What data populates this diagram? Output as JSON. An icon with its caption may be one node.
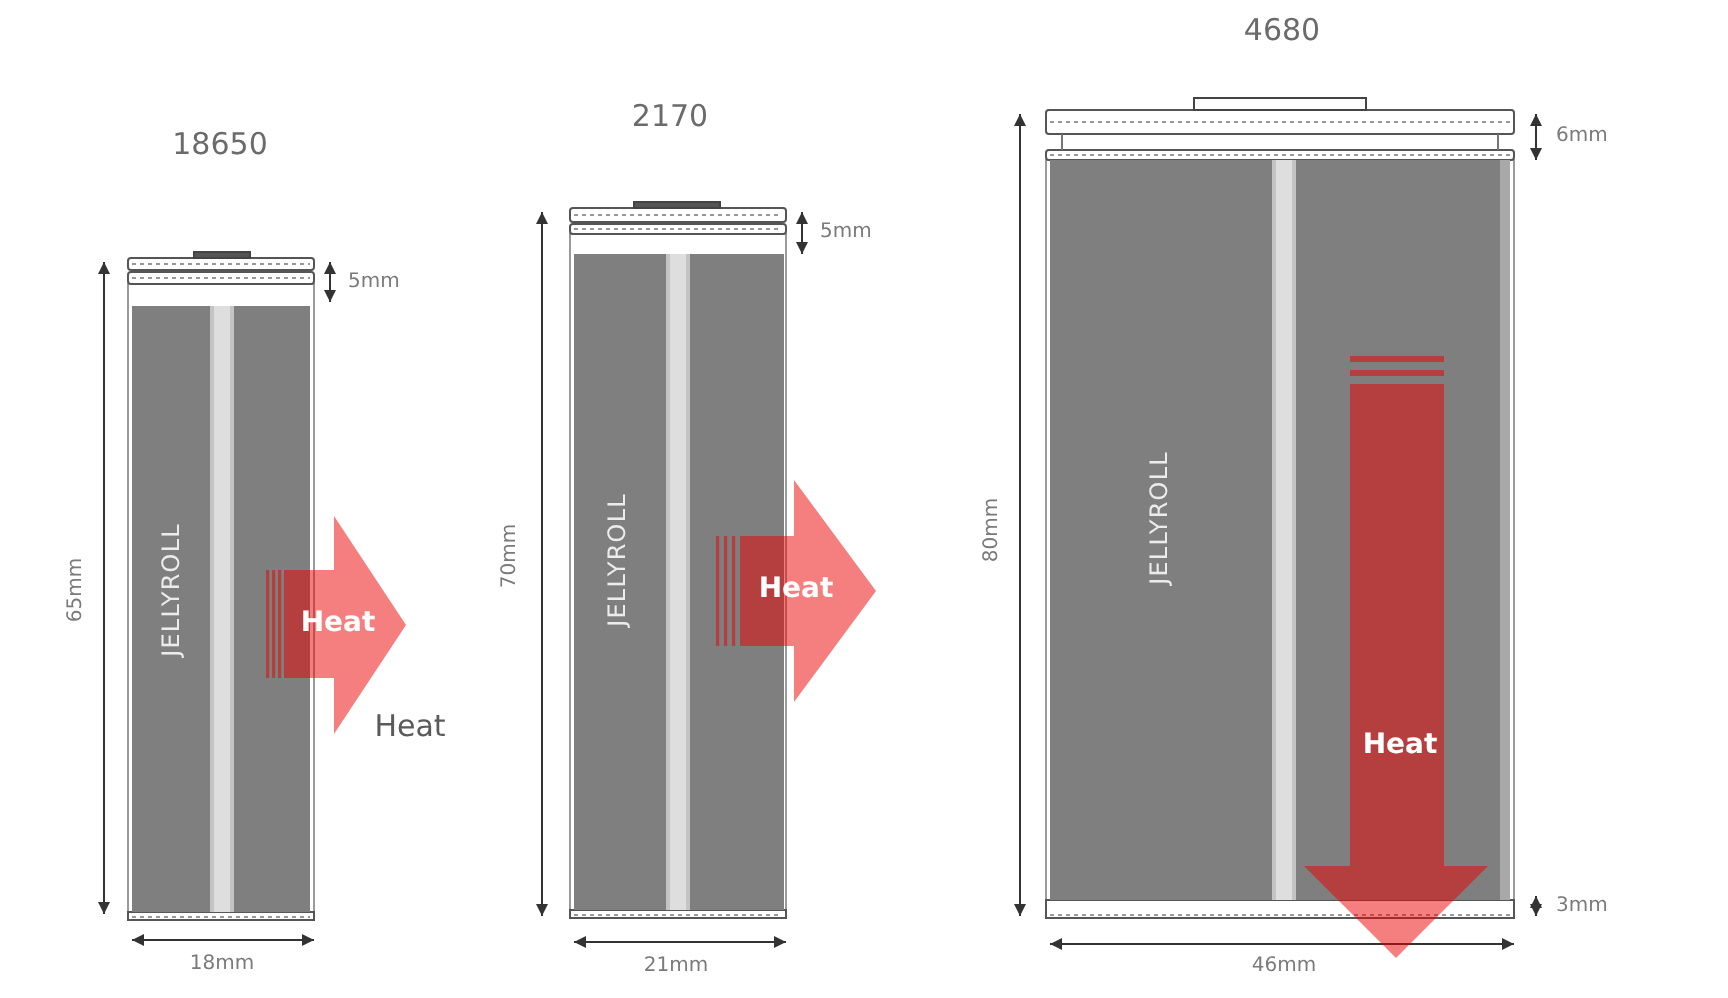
{
  "diagram": {
    "nodes": [
      {
        "text": [
          "JELLYROLL"
        ]
      },
      {
        "text": [
          "Heat"
        ]
      },
      {
        "text": [
          "JELLYROLL"
        ]
      },
      {
        "text": [
          "Heat"
        ]
      },
      {
        "text": [
          "JELLYROLL"
        ]
      },
      {
        "text": [
          "Heat"
        ]
      }
    ],
    "labels": [
      "18650",
      "5mm",
      "65mm",
      "Heat",
      "18mm",
      "2170",
      "5mm",
      "70mm",
      "21mm",
      "4680",
      "6mm",
      "80mm",
      "3mm",
      "46mm"
    ]
  }
}
